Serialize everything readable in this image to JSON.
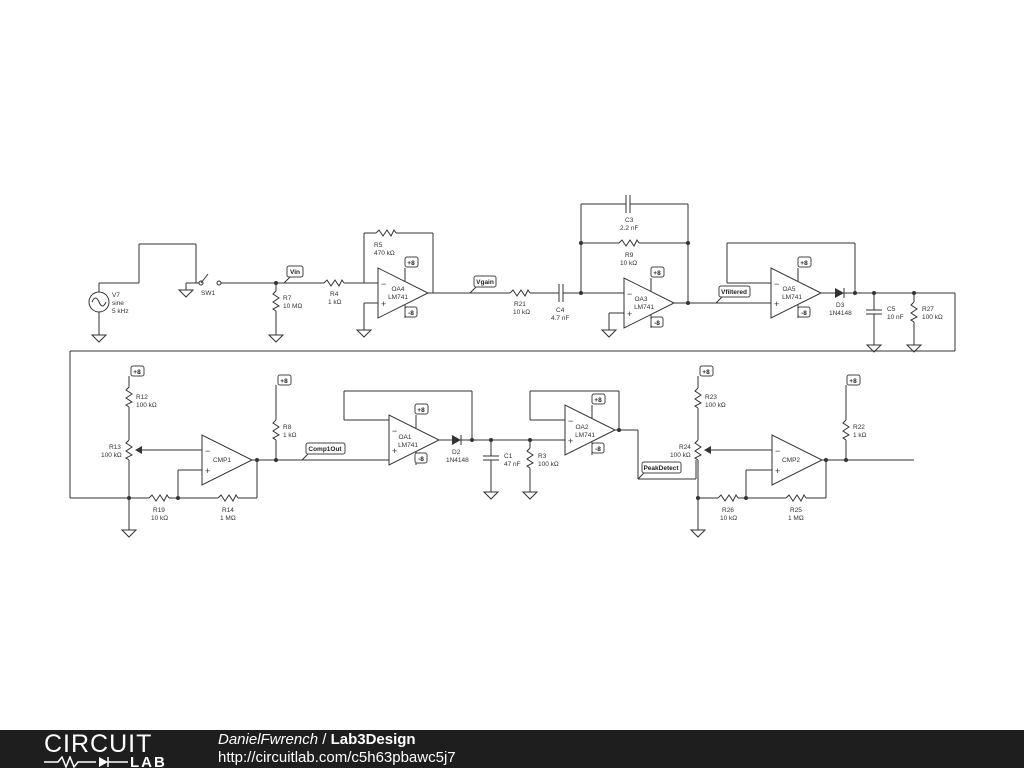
{
  "schematic": {
    "components": {
      "V7": {
        "name": "V7",
        "type": "sine",
        "freq": "5 kHz"
      },
      "SW1": {
        "name": "SW1"
      },
      "R7": {
        "name": "R7",
        "value": "10 MΩ"
      },
      "R4": {
        "name": "R4",
        "value": "1 kΩ"
      },
      "R5": {
        "name": "R5",
        "value": "470 kΩ"
      },
      "OA4": {
        "name": "OA4",
        "part": "LM741"
      },
      "R21": {
        "name": "R21",
        "value": "10 kΩ"
      },
      "C4": {
        "name": "C4",
        "value": "4.7 nF"
      },
      "C3": {
        "name": "C3",
        "value": "2.2 nF"
      },
      "R9": {
        "name": "R9",
        "value": "10 kΩ"
      },
      "OA3": {
        "name": "OA3",
        "part": "LM741"
      },
      "OA5": {
        "name": "OA5",
        "part": "LM741"
      },
      "D3": {
        "name": "D3",
        "part": "1N4148"
      },
      "C5": {
        "name": "C5",
        "value": "10 nF"
      },
      "R27": {
        "name": "R27",
        "value": "100 kΩ"
      },
      "R12": {
        "name": "R12",
        "value": "100 kΩ"
      },
      "R13": {
        "name": "R13",
        "value": "100 kΩ"
      },
      "CMP1": {
        "name": "CMP1"
      },
      "R19": {
        "name": "R19",
        "value": "10 kΩ"
      },
      "R14": {
        "name": "R14",
        "value": "1 MΩ"
      },
      "R8": {
        "name": "R8",
        "value": "1 kΩ"
      },
      "OA1": {
        "name": "OA1",
        "part": "LM741"
      },
      "D2": {
        "name": "D2",
        "part": "1N4148"
      },
      "C1": {
        "name": "C1",
        "value": "47 nF"
      },
      "R3": {
        "name": "R3",
        "value": "100 kΩ"
      },
      "OA2": {
        "name": "OA2",
        "part": "LM741"
      },
      "R23": {
        "name": "R23",
        "value": "100 kΩ"
      },
      "R24": {
        "name": "R24",
        "value": "100 kΩ"
      },
      "CMP2": {
        "name": "CMP2"
      },
      "R26": {
        "name": "R26",
        "value": "10 kΩ"
      },
      "R25": {
        "name": "R25",
        "value": "1 MΩ"
      },
      "R22": {
        "name": "R22",
        "value": "1 kΩ"
      }
    },
    "net_labels": {
      "vin": "Vin",
      "vgain": "Vgain",
      "vfiltered": "Vfiltered",
      "comp1out": "Comp1Out",
      "peakdetect": "PeakDetect"
    },
    "rails": {
      "plus": "+8",
      "minus": "-8"
    },
    "pins": {
      "minus": "−",
      "plus": "+"
    }
  },
  "footer": {
    "logo_top": "CIRCUIT",
    "logo_bottom": "LAB",
    "author": "DanielFwrench",
    "separator": " / ",
    "design": "Lab3Design",
    "url": "http://circuitlab.com/c5h63pbawc5j7"
  }
}
